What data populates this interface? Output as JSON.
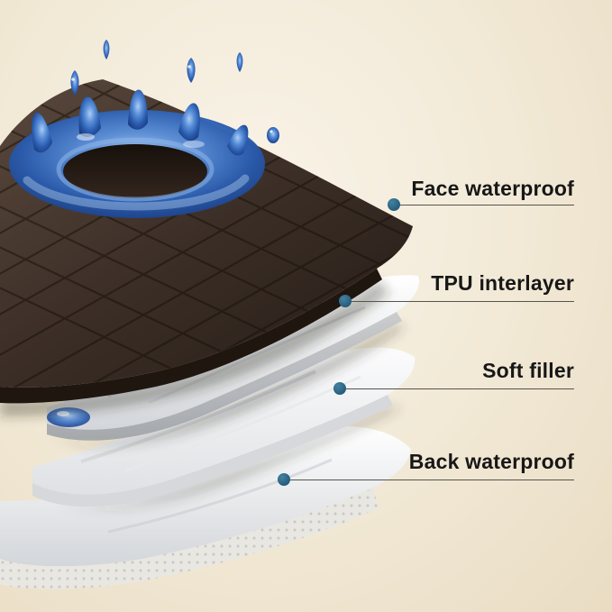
{
  "labels": [
    {
      "text": "Face waterproof"
    },
    {
      "text": "TPU interlayer"
    },
    {
      "text": "Soft filler"
    },
    {
      "text": "Back waterproof"
    }
  ],
  "colors": {
    "background": "#f3ebd9",
    "callout_dot": "#2e6b8e",
    "callout_line": "#57544f",
    "fabric_brown": "#3a2d26",
    "water_blue": "#2a5cae",
    "sheet_white": "#ffffff"
  }
}
